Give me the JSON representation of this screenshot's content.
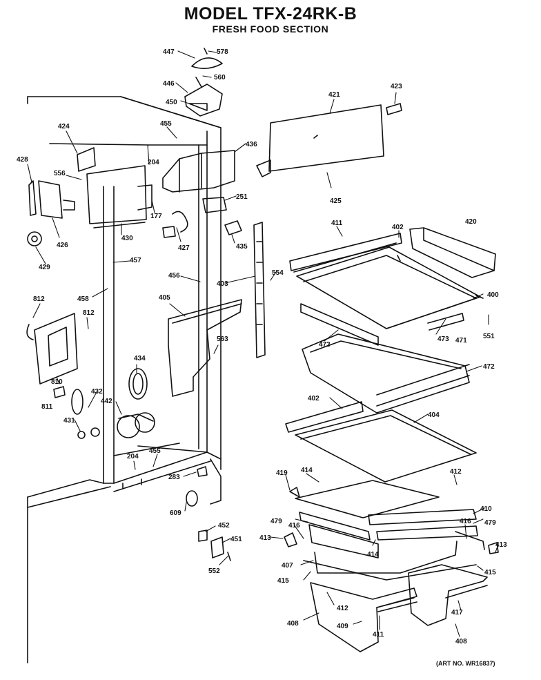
{
  "header": {
    "title": "MODEL TFX-24RK-B",
    "subtitle": "FRESH FOOD SECTION"
  },
  "footer": {
    "art_number": "(ART NO. WR16837)"
  },
  "labels": {
    "p447": "447",
    "p578": "578",
    "p446": "446",
    "p560": "560",
    "p450": "450",
    "p421": "421",
    "p423": "423",
    "p424": "424",
    "p455a": "455",
    "p436": "436",
    "p428": "428",
    "p556": "556",
    "p204a": "204",
    "p251": "251",
    "p425": "425",
    "p177": "177",
    "p426": "426",
    "p430": "430",
    "p427": "427",
    "p435": "435",
    "p411a": "411",
    "p402a": "402",
    "p420": "420",
    "p429": "429",
    "p457": "457",
    "p456": "456",
    "p554": "554",
    "p403": "403",
    "p458": "458",
    "p812a": "812",
    "p812b": "812",
    "p405": "405",
    "p400": "400",
    "p551": "551",
    "p473a": "473",
    "p473b": "473",
    "p471": "471",
    "p563": "563",
    "p434": "434",
    "p810": "810",
    "p472": "472",
    "p811": "811",
    "p432": "432",
    "p442": "442",
    "p431": "431",
    "p402b": "402",
    "p404": "404",
    "p204b": "204",
    "p455b": "455",
    "p419": "419",
    "p414a": "414",
    "p412a": "412",
    "p283": "283",
    "p609": "609",
    "p410": "410",
    "p479a": "479",
    "p479b": "479",
    "p452": "452",
    "p451": "451",
    "p413a": "413",
    "p416a": "416",
    "p414b": "414",
    "p416b": "416",
    "p413b": "413",
    "p552": "552",
    "p407": "407",
    "p415a": "415",
    "p415b": "415",
    "p412b": "412",
    "p417": "417",
    "p408a": "408",
    "p409": "409",
    "p411b": "411",
    "p408b": "408"
  }
}
